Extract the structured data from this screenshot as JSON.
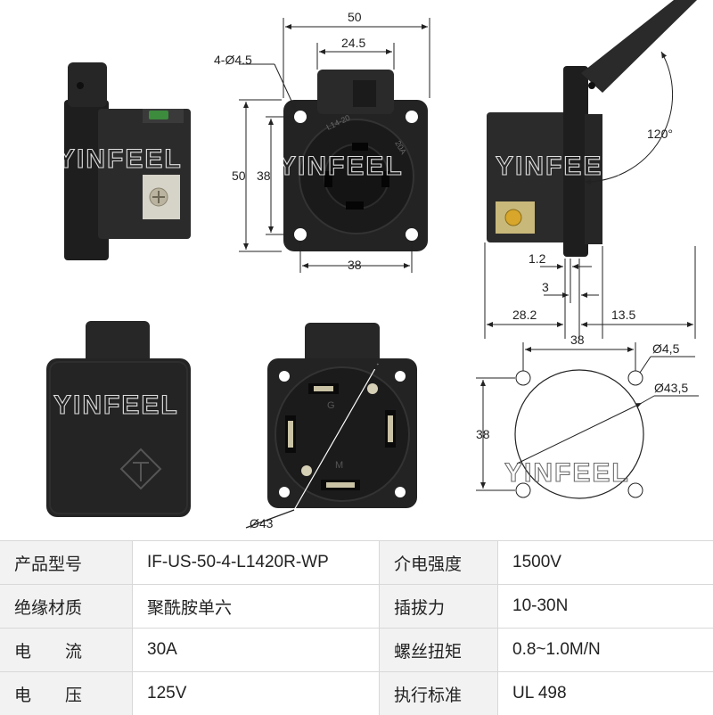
{
  "watermark": "YINFEEL",
  "dimensions": {
    "top_width": "50",
    "inner_width": "24.5",
    "hole_spec": "4-Ø4.5",
    "height_outer": "50",
    "height_inner": "38",
    "bottom_width": "38",
    "angle": "120°",
    "d_1_2": "1.2",
    "d_3": "3",
    "d_28_2": "28.2",
    "d_13_5": "13.5",
    "cut_width": "38",
    "cut_height": "38",
    "cut_hole": "Ø4,5",
    "cut_circle": "Ø43,5",
    "face_circle": "Ø43"
  },
  "face_marks": {
    "model_text": "L14-20",
    "rating_text": "20A",
    "g": "G",
    "m": "M"
  },
  "specs": [
    {
      "label": "产品型号",
      "value": "IF-US-50-4-L1420R-WP",
      "label2": "介电强度",
      "value2": "1500V"
    },
    {
      "label": "绝缘材质",
      "value": "聚酰胺单六",
      "label2": "插拔力",
      "value2": "10-30N"
    },
    {
      "label": "电　　流",
      "value": "30A",
      "label2": "螺丝扭矩",
      "value2": "0.8~1.0M/N"
    },
    {
      "label": "电　　压",
      "value": "125V",
      "label2": "执行标准",
      "value2": "UL 498"
    }
  ]
}
